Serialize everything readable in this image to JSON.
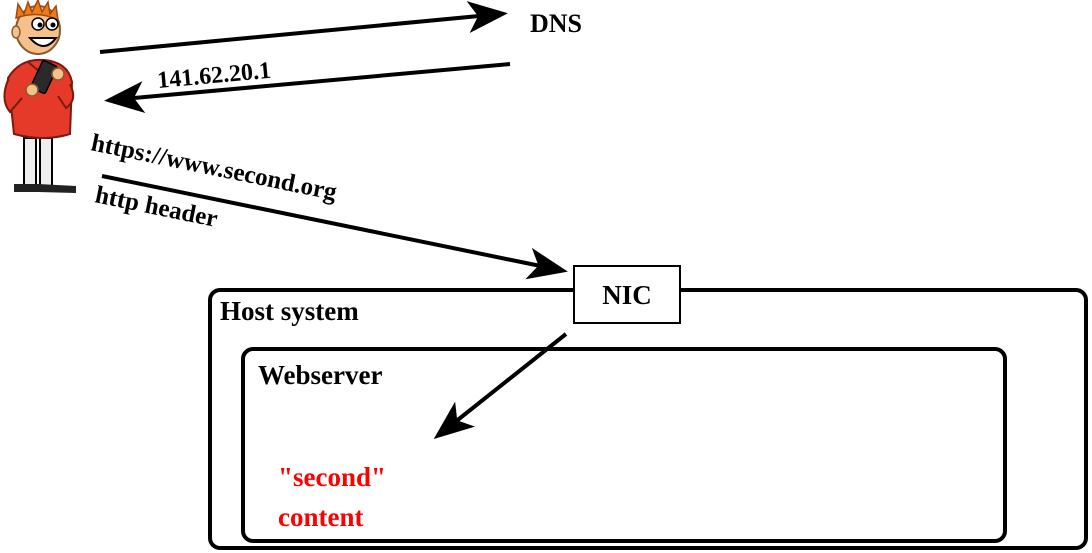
{
  "labels": {
    "dns": "DNS",
    "ip_address": "141.62.20.1",
    "url": "https://www.second.org",
    "http_header": "http header",
    "nic": "NIC",
    "host_system": "Host system",
    "webserver": "Webserver",
    "content_line1": "\"second\"",
    "content_line2": "content"
  },
  "icons": {
    "user": "person-with-tablet-icon"
  },
  "colors": {
    "content_text": "#ff0000",
    "lines": "#000000",
    "person_shirt": "#e53a2a",
    "person_hair": "#f07a1a",
    "person_skin": "#f6c08c",
    "person_pants": "#e8e8e8"
  }
}
